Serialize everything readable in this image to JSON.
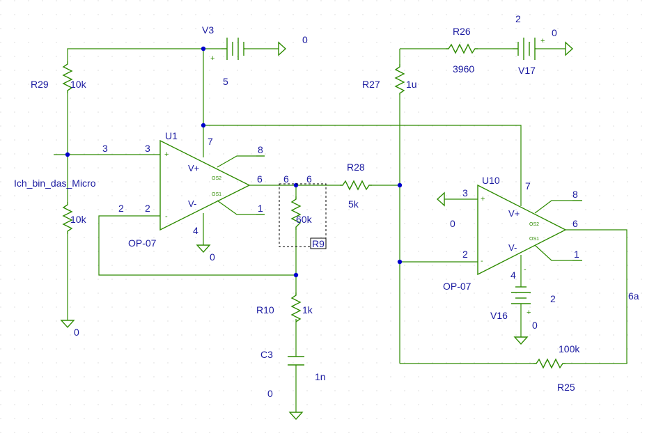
{
  "components": {
    "V3": {
      "name": "V3",
      "value": "5",
      "plus": "+"
    },
    "V17": {
      "name": "V17",
      "value": "2",
      "plus": "+"
    },
    "V16": {
      "name": "V16",
      "value": "2",
      "plus": "+"
    },
    "R29": {
      "name": "R29",
      "value": "10k"
    },
    "R29b": {
      "value": "10k"
    },
    "R26": {
      "name": "R26",
      "value": "3960"
    },
    "R27": {
      "name": "R27",
      "value": "1u"
    },
    "R28": {
      "name": "R28",
      "value": "5k"
    },
    "R9": {
      "name": "R9",
      "value": "60k"
    },
    "R10": {
      "name": "R10",
      "value": "1k"
    },
    "C3": {
      "name": "C3",
      "value": "1n"
    },
    "R25": {
      "name": "R25",
      "value": "100k"
    },
    "U1": {
      "name": "U1",
      "model": "OP-07"
    },
    "U10": {
      "name": "U10",
      "model": "OP-07"
    }
  },
  "opamp_labels": {
    "vplus": "V+",
    "vminus": "V-",
    "os1": "OS1",
    "os2": "OS2",
    "plus": "+",
    "minus": "-"
  },
  "nets": {
    "net_3": "3",
    "net_2": "2",
    "net_6": "6",
    "net_6b": "6",
    "net_6a": "6a",
    "micro": "Ich_bin_das_Micro",
    "gnd": "0"
  },
  "pins": {
    "u1_in_plus": "3",
    "u1_in_minus": "2",
    "u1_vplus": "7",
    "u1_vminus": "4",
    "u1_os2": "8",
    "u1_os1": "1",
    "u1_out": "6",
    "u10_in_plus": "3",
    "u10_in_minus": "2",
    "u10_vplus": "7",
    "u10_vminus": "4",
    "u10_os2": "8",
    "u10_os1": "1",
    "u10_out": "6"
  },
  "colors": {
    "wire": "#2e8b00",
    "label": "#1a1aa0",
    "junction": "#0000cc"
  }
}
